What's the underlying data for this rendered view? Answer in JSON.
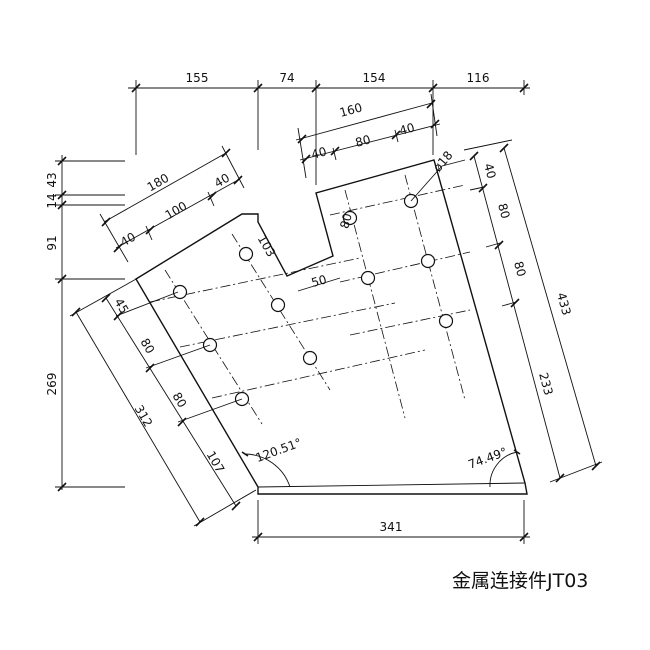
{
  "caption": "金属连接件JT03",
  "dimensions": {
    "top_1": "155",
    "top_2": "74",
    "top_3": "154",
    "top_4": "116",
    "right_160": "160",
    "right_40a": "40",
    "right_80": "80",
    "right_40b": "40",
    "hole_diameter": "ø18",
    "left_180": "180",
    "left_40a": "40",
    "left_100": "100",
    "left_40b": "40",
    "notch_103": "103",
    "notch_50": "50",
    "hole_gap_80": "80",
    "left_v_43": "43",
    "left_v_14": "14",
    "left_v_91": "91",
    "left_v_269": "269",
    "slant_312": "312",
    "slant_45": "45",
    "slant_80a": "80",
    "slant_80b": "80",
    "slant_107": "107",
    "right_433": "433",
    "right_s40": "40",
    "right_s80a": "80",
    "right_s80b": "80",
    "right_233": "233",
    "angle_left": "120.51°",
    "angle_right": "74.49°",
    "bottom_341": "341"
  }
}
